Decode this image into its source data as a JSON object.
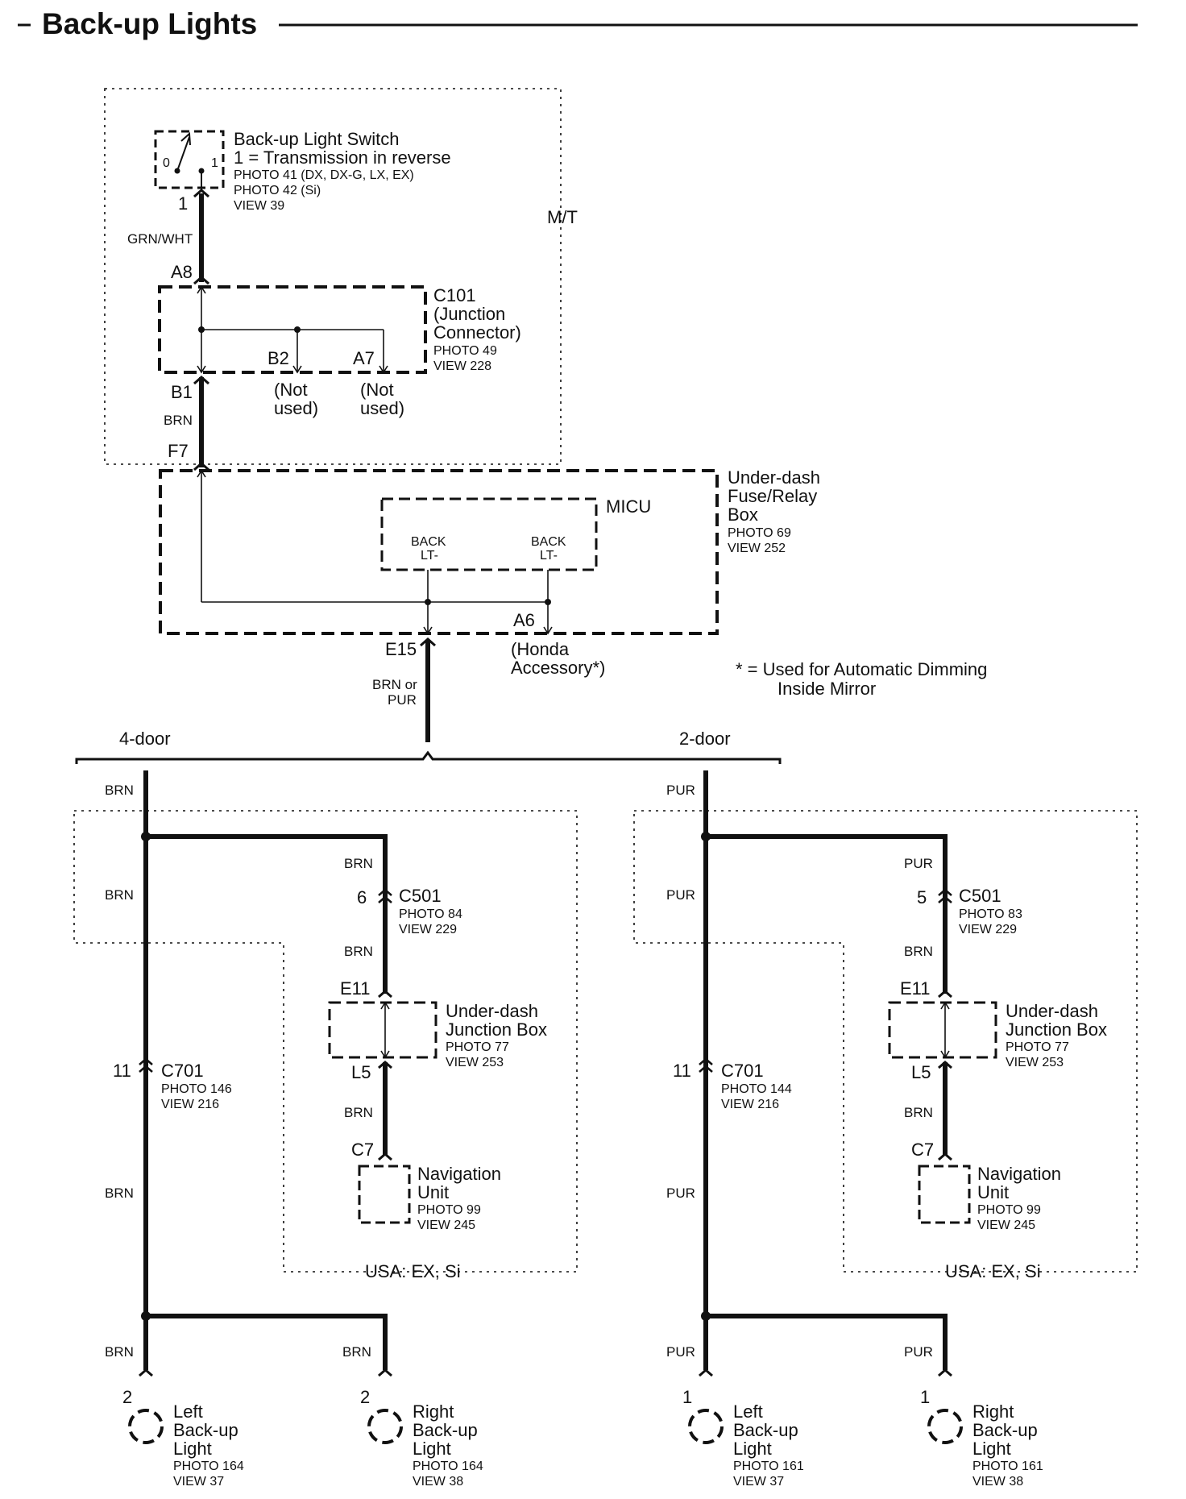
{
  "title": "Back-up Lights",
  "switch": {
    "name": "Back-up Light Switch",
    "desc": "1 = Transmission in reverse",
    "photo1": "PHOTO 41 (DX, DX-G, LX, EX)",
    "photo2": "PHOTO 42 (Si)",
    "view": "VIEW 39",
    "pin": "1",
    "pos0": "0",
    "pos1": "1"
  },
  "mt_label": "M/T",
  "wire_grnwht": "GRN/WHT",
  "c101": {
    "pin_in": "A8",
    "line1": "C101",
    "line2": "(Junction",
    "line3": "Connector)",
    "photo": "PHOTO 49",
    "view": "VIEW 228",
    "pin_b2": "B2",
    "pin_a7": "A7",
    "pin_out": "B1",
    "not1": "(Not",
    "used1": "used)",
    "not2": "(Not",
    "used2": "used)"
  },
  "wire_brn": "BRN",
  "relaybox": {
    "pin_in": "F7",
    "line1": "Under-dash",
    "line2": "Fuse/Relay",
    "line3": "Box",
    "photo": "PHOTO 69",
    "view": "VIEW 252",
    "micu": "MICU",
    "back": "BACK",
    "lt": "LT-",
    "pin_a6": "A6",
    "pin_e15": "E15",
    "honda1": "(Honda",
    "honda2": "Accessory*)"
  },
  "note1": "* = Used for Automatic Dimming",
  "note2": "Inside Mirror",
  "wire_brn_or": "BRN or",
  "wire_pur": "PUR",
  "branch": {
    "four": "4-door",
    "two": "2-door"
  },
  "left": {
    "wire": "BRN",
    "c501_pin": "6",
    "c501": "C501",
    "c501_photo": "PHOTO 84",
    "c501_view": "VIEW 229",
    "e11": "E11",
    "jb1": "Under-dash",
    "jb2": "Junction Box",
    "jb_photo": "PHOTO 77",
    "jb_view": "VIEW 253",
    "l5": "L5",
    "c7": "C7",
    "nav1": "Navigation",
    "nav2": "Unit",
    "nav_photo": "PHOTO 99",
    "nav_view": "VIEW 245",
    "c701_pin": "11",
    "c701": "C701",
    "c701_photo": "PHOTO 146",
    "c701_view": "VIEW 216",
    "usa": "USA: EX, Si",
    "lamp_pin": "2",
    "lamp_l1": "Left",
    "lamp_r1": "Right",
    "lamp2": "Back-up",
    "lamp3": "Light",
    "lampL_photo": "PHOTO 164",
    "lampL_view": "VIEW 37",
    "lampR_photo": "PHOTO 164",
    "lampR_view": "VIEW 38"
  },
  "right": {
    "wire": "PUR",
    "c501_pin": "5",
    "c501": "C501",
    "c501_photo": "PHOTO 83",
    "c501_view": "VIEW 229",
    "e11": "E11",
    "jb1": "Under-dash",
    "jb2": "Junction Box",
    "jb_photo": "PHOTO 77",
    "jb_view": "VIEW 253",
    "l5": "L5",
    "c7": "C7",
    "nav1": "Navigation",
    "nav2": "Unit",
    "nav_photo": "PHOTO 99",
    "nav_view": "VIEW 245",
    "c701_pin": "11",
    "c701": "C701",
    "c701_photo": "PHOTO 144",
    "c701_view": "VIEW 216",
    "usa": "USA: EX, Si",
    "lamp_pin": "1",
    "lamp_l1": "Left",
    "lamp_r1": "Right",
    "lamp2": "Back-up",
    "lamp3": "Light",
    "lampL_photo": "PHOTO 161",
    "lampL_view": "VIEW 37",
    "lampR_photo": "PHOTO 161",
    "lampR_view": "VIEW 38"
  }
}
